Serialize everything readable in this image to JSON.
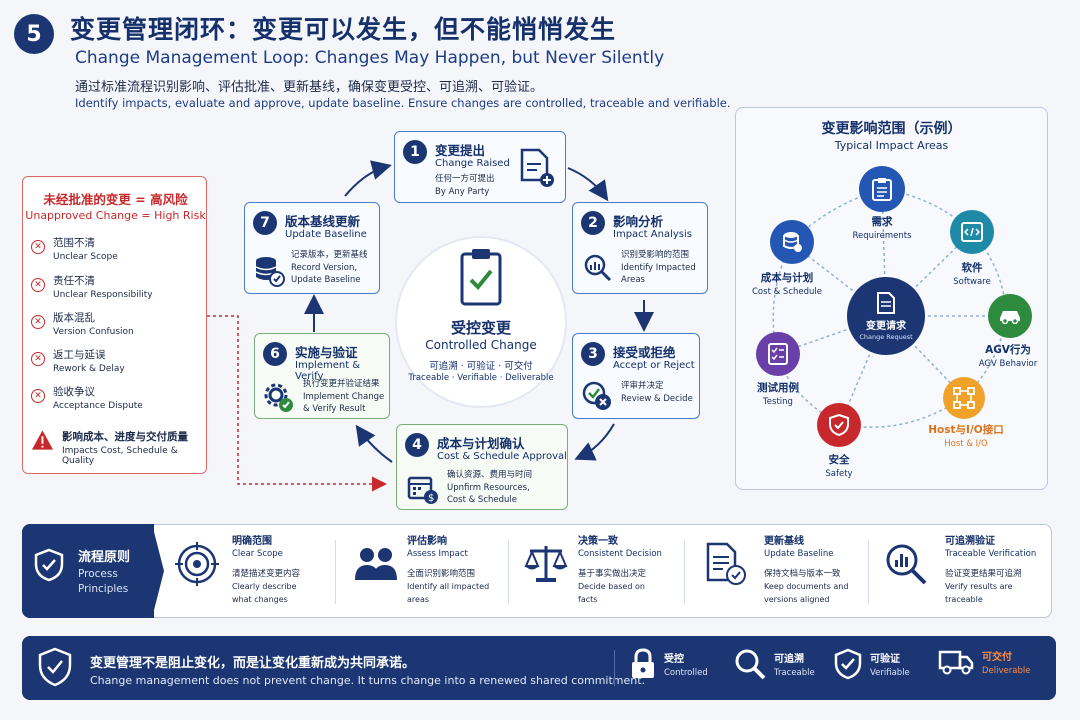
{
  "header": {
    "number": "5",
    "title_zh": "变更管理闭环：变更可以发生，但不能悄悄发生",
    "title_en": "Change Management Loop: Changes May Happen, but Never Silently",
    "subtitle_zh": "通过标准流程识别影响、评估批准、更新基线，确保变更受控、可追溯、可验证。",
    "subtitle_en": "Identify impacts, evaluate and approve, update baseline. Ensure changes are controlled, traceable and verifiable."
  },
  "risk": {
    "title_zh": "未经批准的变更 = 高风险",
    "title_en": "Unapproved Change = High Risk",
    "items": [
      {
        "zh": "范围不清",
        "en": "Unclear Scope"
      },
      {
        "zh": "责任不清",
        "en": "Unclear Responsibility"
      },
      {
        "zh": "版本混乱",
        "en": "Version Confusion"
      },
      {
        "zh": "返工与延误",
        "en": "Rework & Delay"
      },
      {
        "zh": "验收争议",
        "en": "Acceptance Dispute"
      }
    ],
    "warning_zh": "影响成本、进度与交付质量",
    "warning_en": "Impacts Cost, Schedule & Quality"
  },
  "steps": [
    {
      "num": "1",
      "zh": "变更提出",
      "en": "Change Raised",
      "d1": "任何一方可提出",
      "d2": "By Any Party"
    },
    {
      "num": "2",
      "zh": "影响分析",
      "en": "Impact Analysis",
      "d1": "识别受影响的范围",
      "d2": "Identify Impacted",
      "d3": "Areas"
    },
    {
      "num": "3",
      "zh": "接受或拒绝",
      "en": "Accept or Reject",
      "d1": "评审并决定",
      "d2": "Review & Decide"
    },
    {
      "num": "4",
      "zh": "成本与计划确认",
      "en": "Cost & Schedule Approval",
      "d1": "确认资源、费用与时间",
      "d2": "Upnfirm Resources,",
      "d3": "Cost & Schedule"
    },
    {
      "num": "6",
      "zh": "实施与验证",
      "en": "Implement & Verify",
      "d1": "执行变更并验证结果",
      "d2": "Implement Change",
      "d3": "& Verify Result"
    },
    {
      "num": "7",
      "zh": "版本基线更新",
      "en": "Update Baseline",
      "d1": "记录版本，更新基线",
      "d2": "Record Version,",
      "d3": "Update Baseline"
    }
  ],
  "center": {
    "zh": "受控变更",
    "en": "Controlled Change",
    "zh2": "可追溯 · 可验证 · 可交付",
    "en2": "Traceable · Verifiable · Deliverable"
  },
  "impact": {
    "title_zh": "变更影响范围（示例）",
    "title_en": "Typical Impact Areas",
    "hub_zh": "变更请求",
    "hub_en": "Change Request",
    "nodes": [
      {
        "zh": "需求",
        "en": "Requirements"
      },
      {
        "zh": "软件",
        "en": "Software"
      },
      {
        "zh": "AGV行为",
        "en": "AGV Behavior"
      },
      {
        "zh": "Host与I/O接口",
        "en": "Host & I/O"
      },
      {
        "zh": "安全",
        "en": "Safety"
      },
      {
        "zh": "测试用例",
        "en": "Testing"
      },
      {
        "zh": "成本与计划",
        "en": "Cost & Schedule"
      }
    ]
  },
  "principles": {
    "head_zh": "流程原则",
    "head_en1": "Process",
    "head_en2": "Principles",
    "items": [
      {
        "zh": "明确范围",
        "en": "Clear Scope",
        "d1": "清楚描述变更内容",
        "d2": "Clearly describe",
        "d3": "what changes"
      },
      {
        "zh": "评估影响",
        "en": "Assess Impact",
        "d1": "全面识别影响范围",
        "d2": "Identify all impacted",
        "d3": "areas"
      },
      {
        "zh": "决策一致",
        "en": "Consistent Decision",
        "d1": "基于事实做出决定",
        "d2": "Decide based on",
        "d3": "facts"
      },
      {
        "zh": "更新基线",
        "en": "Update Baseline",
        "d1": "保持文档与版本一致",
        "d2": "Keep documents and",
        "d3": "versions aligned"
      },
      {
        "zh": "可追溯验证",
        "en": "Traceable Verification",
        "d1": "验证变更结果可追溯",
        "d2": "Verify results are",
        "d3": "traceable"
      }
    ]
  },
  "commitment": {
    "zh": "变更管理不是阻止变化，而是让变化重新成为共同承诺。",
    "en": "Change management does not prevent change. It turns change into a renewed shared commitment.",
    "items": [
      {
        "zh": "受控",
        "en": "Controlled"
      },
      {
        "zh": "可追溯",
        "en": "Traceable"
      },
      {
        "zh": "可验证",
        "en": "Verifiable"
      },
      {
        "zh": "可交付",
        "en": "Deliverable"
      }
    ]
  },
  "colors": {
    "navy": "#1b3672",
    "risk_red": "#c6282b",
    "step_blue": "#4d79c9",
    "step_green": "#7aaf7a",
    "deliver_orange": "#ff8c42"
  }
}
